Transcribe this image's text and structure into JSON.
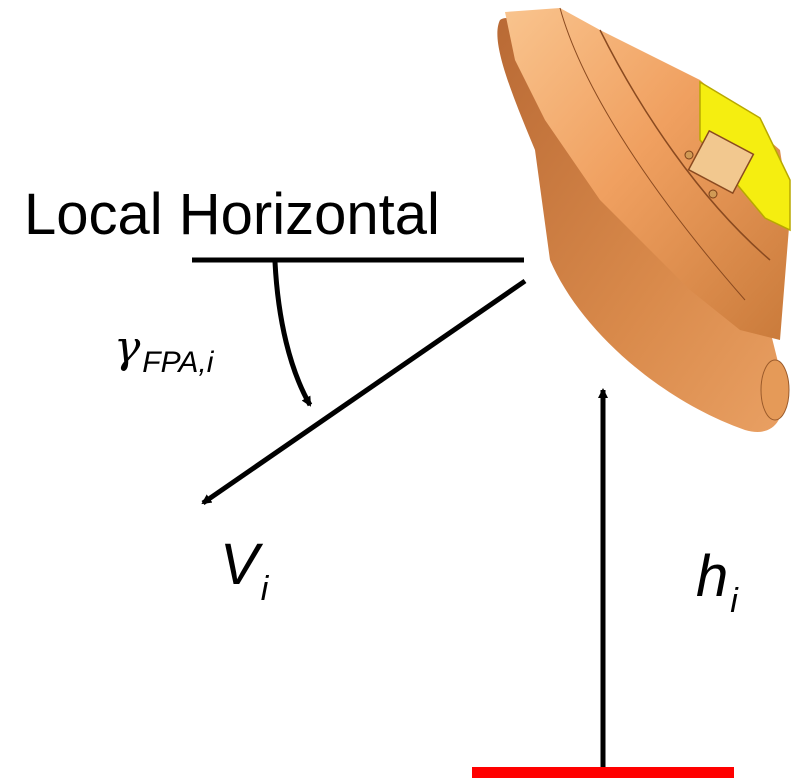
{
  "labels": {
    "local_horizontal": "Local Horizontal",
    "flight_path_angle_symbol": "γ",
    "flight_path_angle_subscript": "FPA,i",
    "velocity_symbol": "V",
    "velocity_subscript": "i",
    "altitude_symbol": "h",
    "altitude_subscript": "i"
  },
  "colors": {
    "line": "#000000",
    "surface": "#ff0000",
    "capsule_body": "#e8904a",
    "capsule_highlight": "#f7c08a",
    "capsule_shadow": "#a0522d",
    "solar_panel": "#ffff00"
  },
  "icons": {
    "capsule": "entry-capsule-icon"
  }
}
